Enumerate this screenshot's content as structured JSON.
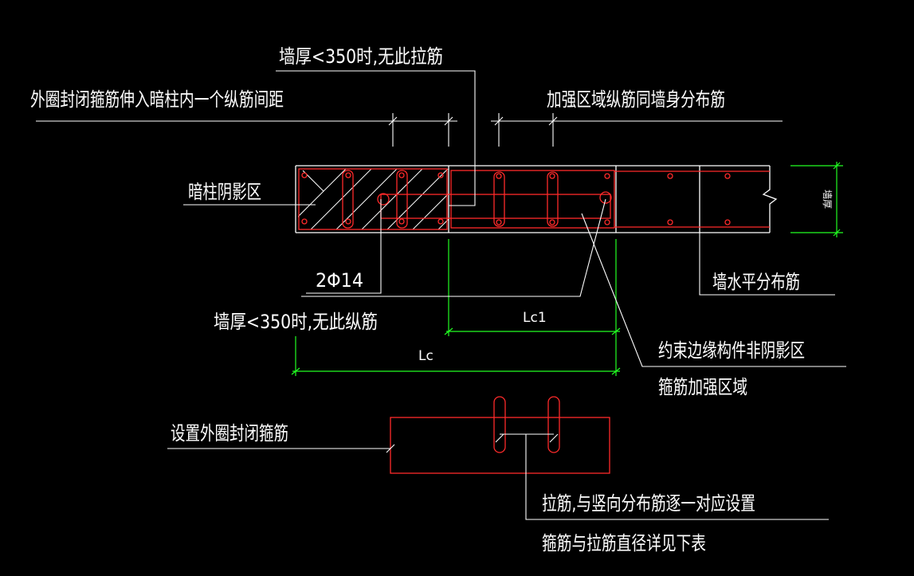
{
  "colors": {
    "background": "#000000",
    "text": "#ffffff",
    "rebar": "#ff2a2a",
    "dimension": "#22ff22",
    "leader": "#ffffff"
  },
  "labels": {
    "wall_thin_no_tie": "墙厚<350时,无此拉筋",
    "outer_hoop_extend": "外圈封闭箍筋伸入暗柱内一个纵筋间距",
    "reinforced_vertical_bars": "加强区域纵筋同墙身分布筋",
    "hidden_column_shadow": "暗柱阴影区",
    "bar_2phi14": "2Φ14",
    "wall_thin_no_longitudinal": "墙厚<350时,无此纵筋",
    "wall_horizontal_bars": "墙水平分布筋",
    "lc1": "Lc1",
    "lc": "Lc",
    "non_shadow_area_line1": "约束边缘构件非阴影区",
    "non_shadow_area_line2": "箍筋加强区域",
    "outer_closed_hoop": "设置外圈封闭箍筋",
    "tie_bars_line1": "拉筋,与竖向分布筋逐一对应设置",
    "tie_bars_line2": "箍筋与拉筋直径详见下表",
    "wall_thickness": "墙厚"
  }
}
